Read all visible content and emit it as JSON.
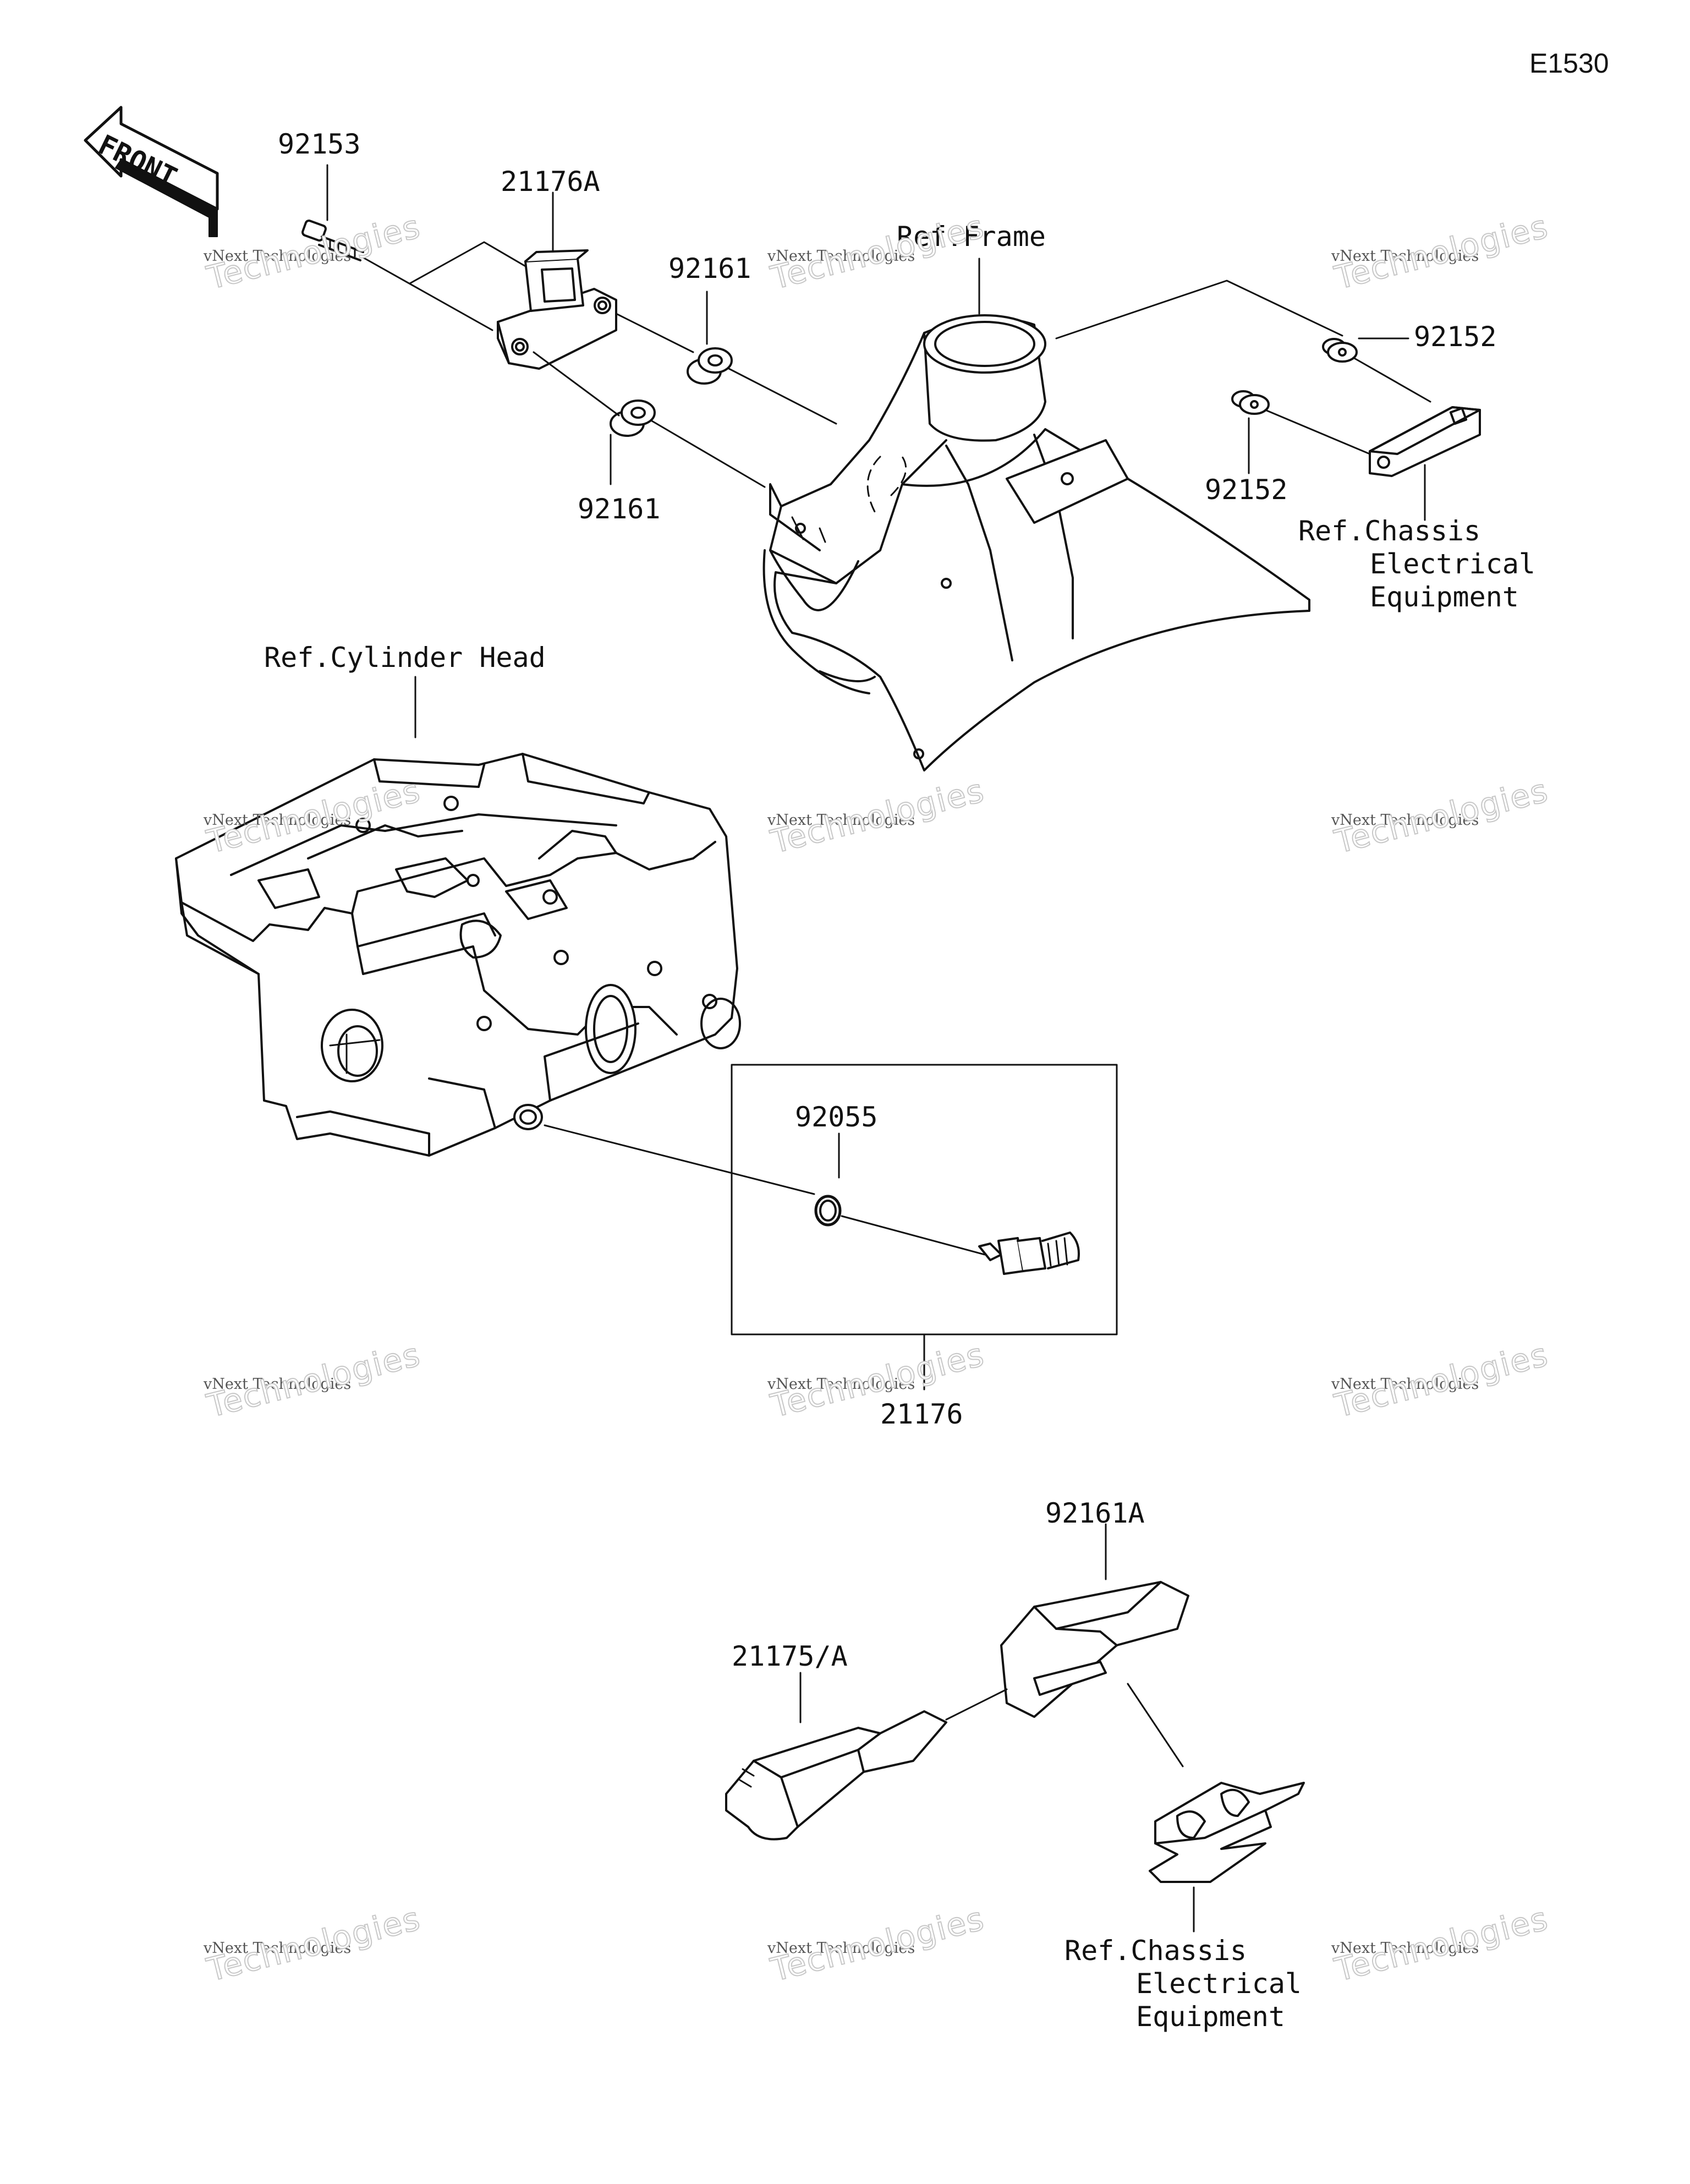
{
  "diagram_code": "E1530",
  "front_arrow_text": "FRONT",
  "parts": {
    "p92153": "92153",
    "p21176A": "21176A",
    "p92161_upper": "92161",
    "p92161_lower": "92161",
    "p92152_upper": "92152",
    "p92152_lower": "92152",
    "p92055": "92055",
    "p21176": "21176",
    "p92161A": "92161A",
    "p21175A": "21175/A"
  },
  "refs": {
    "frame": "Ref.Frame",
    "cylinder_head": "Ref.Cylinder Head",
    "chassis_upper": [
      "Ref.Chassis",
      "Electrical",
      "Equipment"
    ],
    "chassis_lower": [
      "Ref.Chassis",
      "Electrical",
      "Equipment"
    ]
  },
  "watermark": {
    "line1": "vNext Technologies",
    "line2": "Technologies",
    "line3": "vNext"
  },
  "colors": {
    "line": "#111111",
    "watermark": "#c8c8c8",
    "background": "#ffffff"
  }
}
